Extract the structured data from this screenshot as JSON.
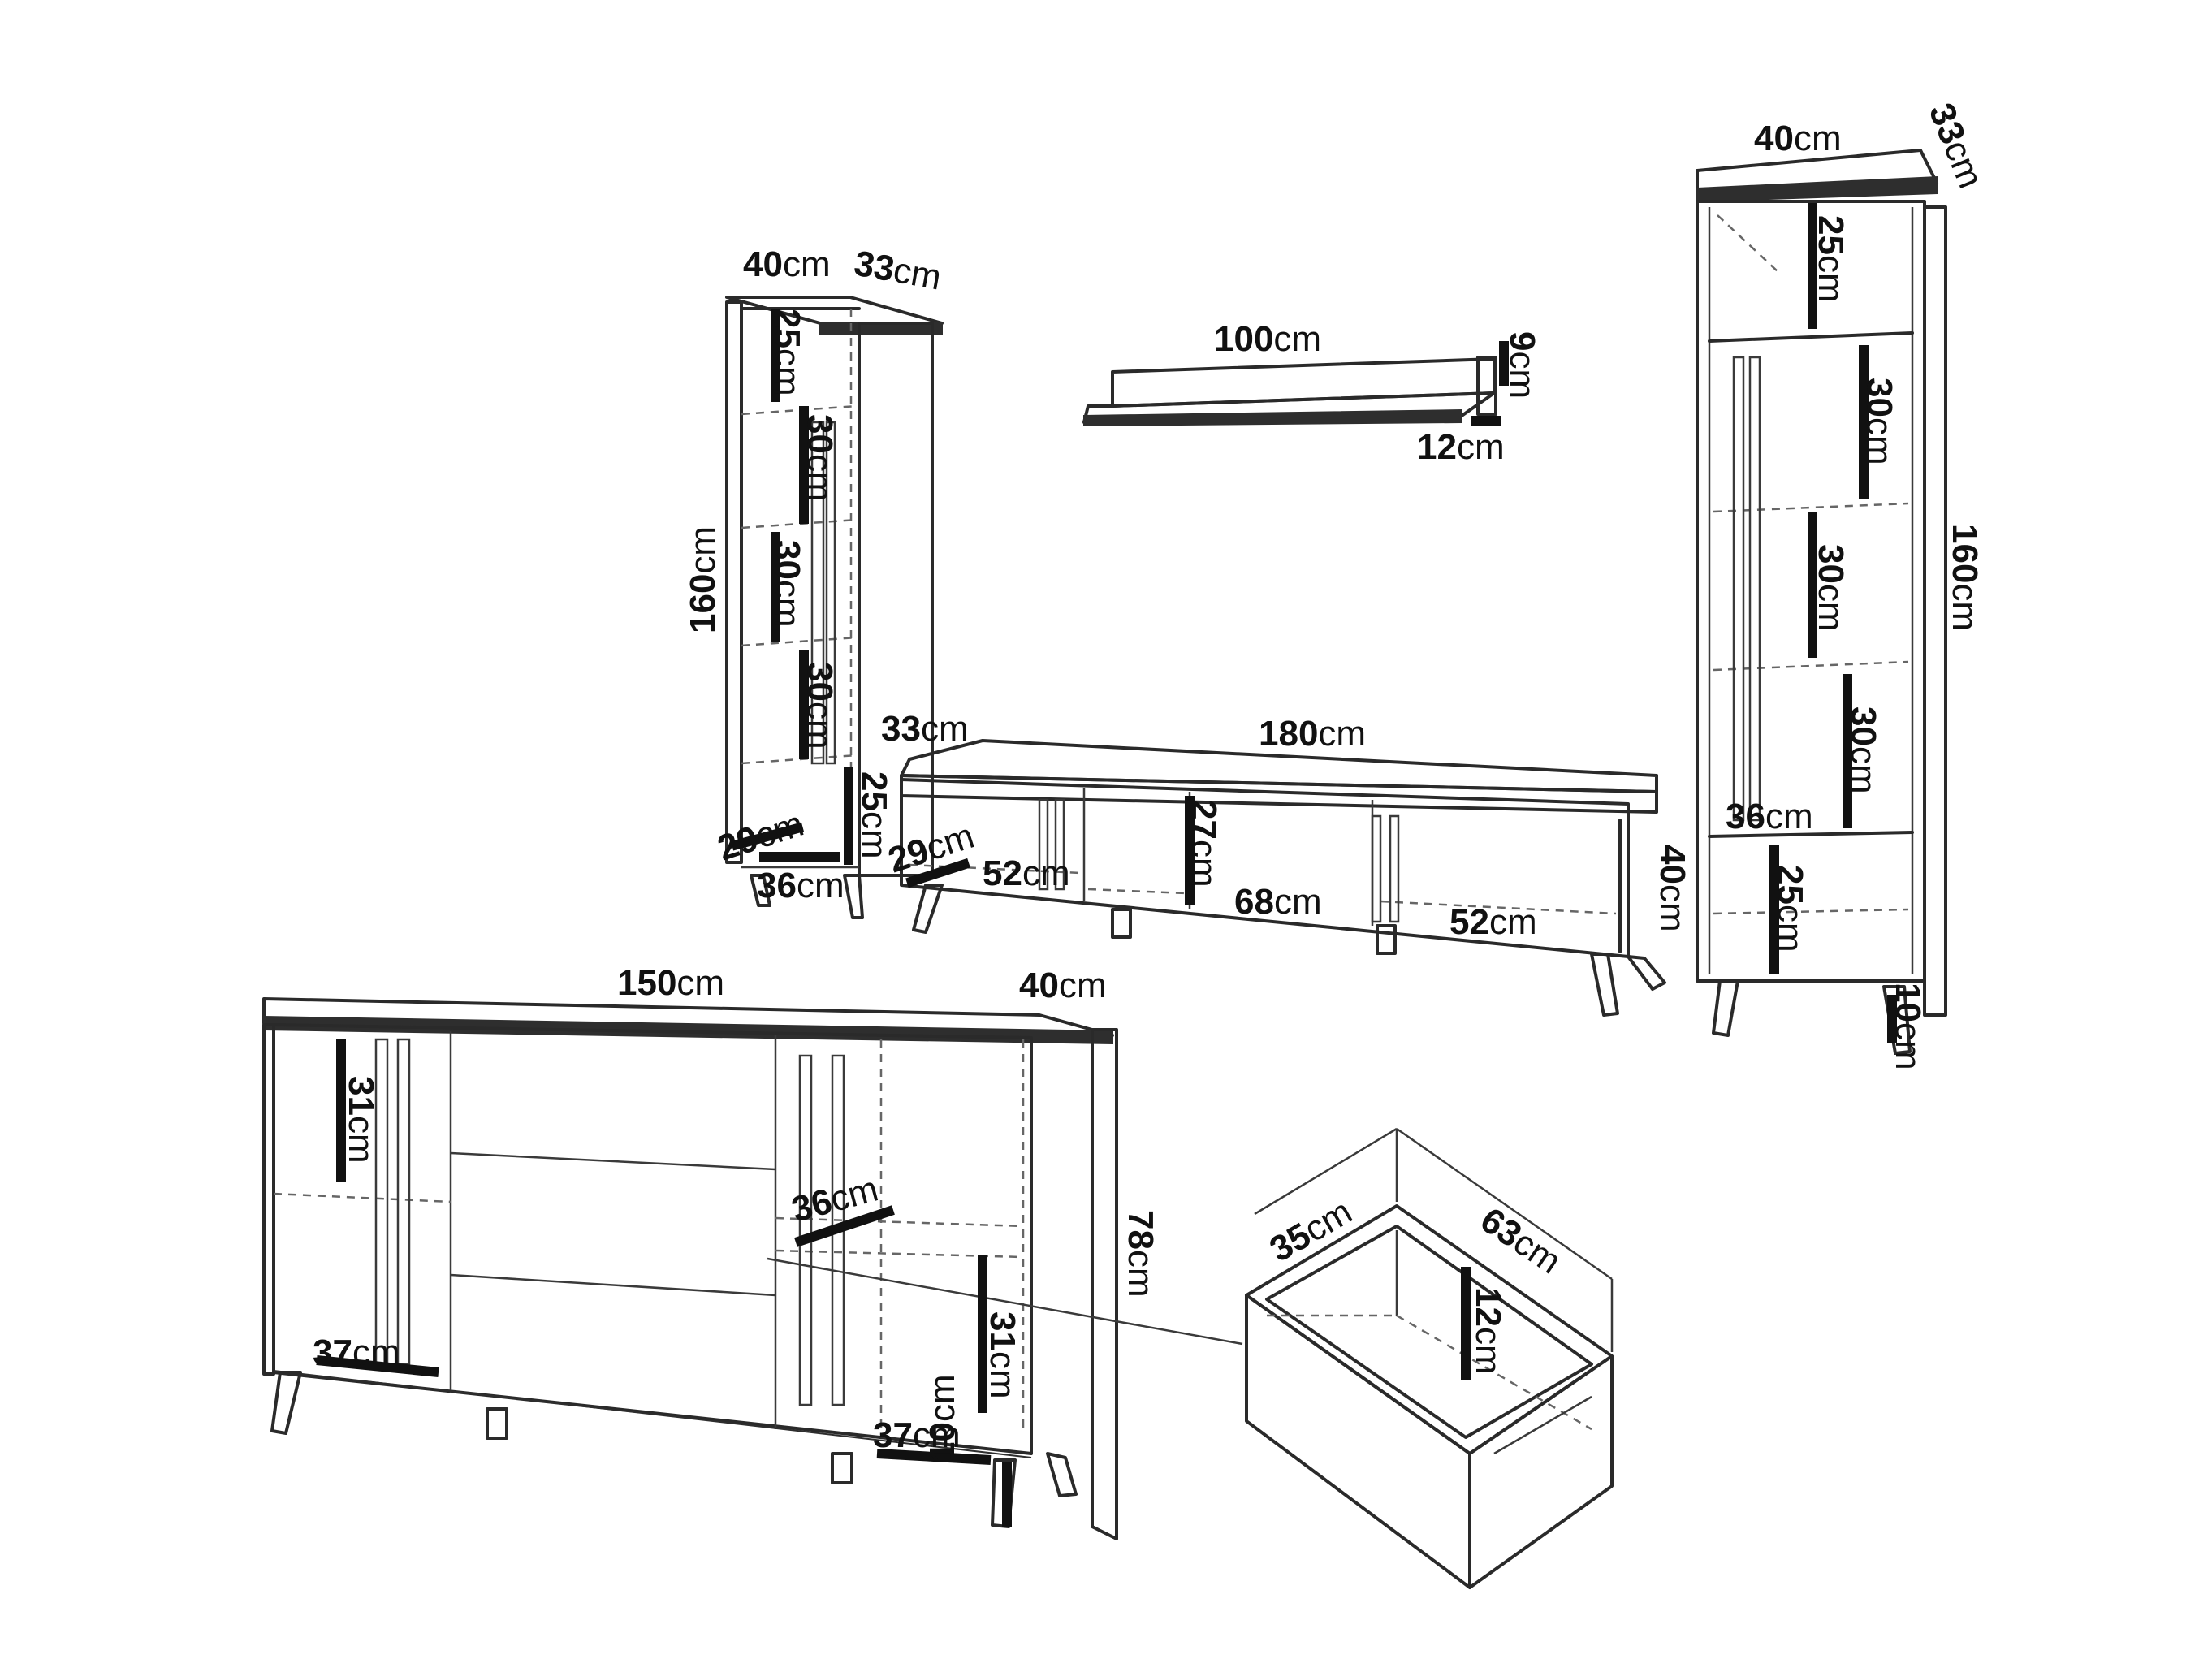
{
  "colors": {
    "line": "#2a2a2a",
    "dim": "#111111",
    "background": "#ffffff"
  },
  "unit": "cm",
  "left_tower": {
    "width": "40",
    "depth": "33",
    "height": "160",
    "shelves": [
      "25",
      "30",
      "30",
      "30"
    ],
    "bottom_height": "25",
    "inner_depth": "29",
    "inner_width": "36"
  },
  "wall_shelf": {
    "width": "100",
    "height": "9",
    "depth": "12"
  },
  "tv_stand": {
    "width": "180",
    "depth": "33",
    "height": "40",
    "inner_depth": "29",
    "side_width_left": "52",
    "middle_height": "27",
    "middle_width": "68",
    "side_width_right": "52"
  },
  "right_tower": {
    "width": "40",
    "depth": "33",
    "height": "160",
    "shelves": [
      "25",
      "30",
      "30",
      "30"
    ],
    "inner_width": "36",
    "bottom_height": "25",
    "leg_height": "10"
  },
  "sideboard": {
    "width": "150",
    "depth": "40",
    "height": "78",
    "left_shelf_height": "31",
    "left_inner_width": "37",
    "right_inner_depth": "36",
    "right_shelf_height": "31",
    "right_inner_width": "37",
    "leg_height": "10"
  },
  "drawer": {
    "width": "63",
    "depth": "35",
    "height": "12"
  }
}
